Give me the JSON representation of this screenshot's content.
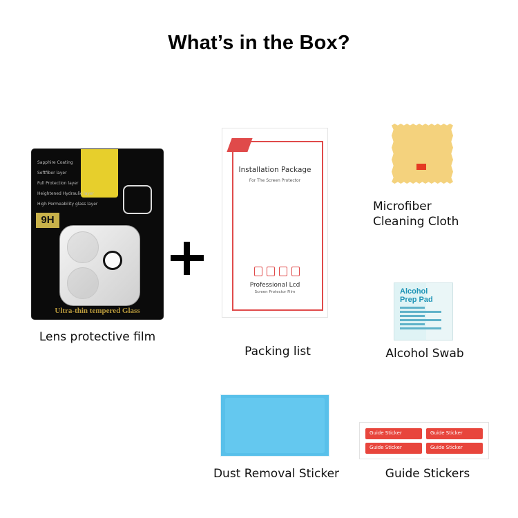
{
  "title": "What’s in the Box?",
  "items": [
    {
      "label": "Lens protective film"
    },
    {
      "label": "Packing list"
    },
    {
      "label": "Microfiber\nCleaning Cloth",
      "line1": "Microfiber",
      "line2": "Cleaning Cloth"
    },
    {
      "label": "Alcohol Swab"
    },
    {
      "label": "Dust Removal Sticker"
    },
    {
      "label": "Guide Stickers"
    }
  ],
  "lens_box": {
    "layers": [
      "Sapphire Coating",
      "Softfiber layer",
      "Full Protection layer",
      "Heightened Hydraulic layer",
      "High Permeability glass layer"
    ],
    "badge": "9H",
    "footer": "Ultra-thin tempered Glass"
  },
  "packing": {
    "heading": "Installation Package",
    "sub": "For The Screen Protector",
    "brand": "Professional Lcd",
    "brand_sub": "Screen Protector Film"
  },
  "alcohol_pad": {
    "line1": "Alcohol",
    "line2": "Prep Pad"
  },
  "guide_sticker_text": "Guide Sticker",
  "colors": {
    "lens_accent": "#e7cf2c",
    "packing_red": "#e04a4a",
    "cloth": "#f4d27d",
    "dust_blue": "#58c0ea",
    "guide_red": "#e8453c",
    "pad_blue": "#1f94b6"
  }
}
